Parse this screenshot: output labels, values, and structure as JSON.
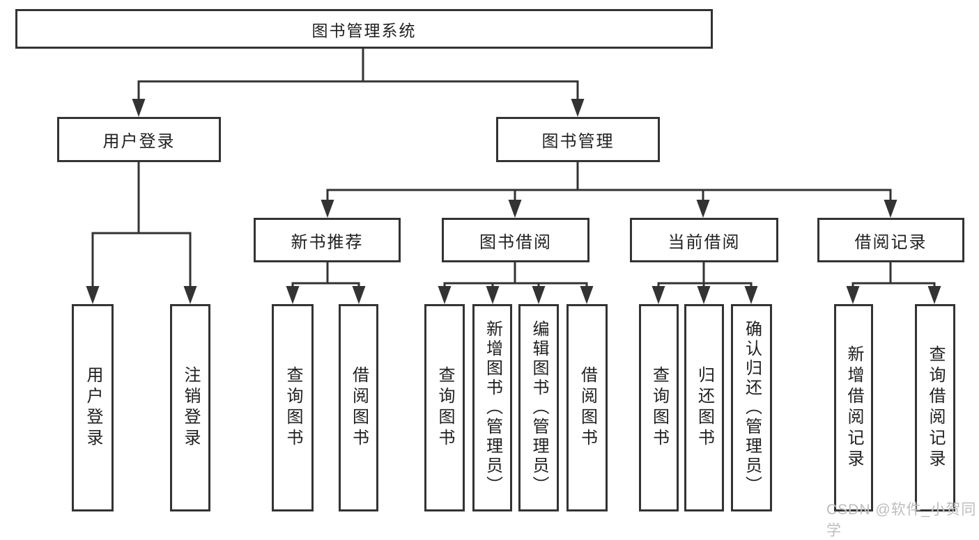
{
  "diagram": {
    "title": "图书管理系统",
    "level2": [
      {
        "id": "user-login-group",
        "label": "用户登录"
      },
      {
        "id": "book-management",
        "label": "图书管理"
      }
    ],
    "level3": [
      {
        "id": "new-book-recommend",
        "label": "新书推荐",
        "parent": "book-management"
      },
      {
        "id": "book-borrowing",
        "label": "图书借阅",
        "parent": "book-management"
      },
      {
        "id": "current-borrowing",
        "label": "当前借阅",
        "parent": "book-management"
      },
      {
        "id": "borrowing-records",
        "label": "借阅记录",
        "parent": "book-management"
      }
    ],
    "leaves": [
      {
        "id": "user-login",
        "label": "用户登录",
        "parent": "user-login-group"
      },
      {
        "id": "logout",
        "label": "注销登录",
        "parent": "user-login-group"
      },
      {
        "id": "query-books-1",
        "label": "查询图书",
        "parent": "new-book-recommend"
      },
      {
        "id": "borrow-books-1",
        "label": "借阅图书",
        "parent": "new-book-recommend"
      },
      {
        "id": "query-books-2",
        "label": "查询图书",
        "parent": "book-borrowing"
      },
      {
        "id": "add-books-admin",
        "label": "新增图书（管理员）",
        "parent": "book-borrowing"
      },
      {
        "id": "edit-books-admin",
        "label": "编辑图书（管理员）",
        "parent": "book-borrowing"
      },
      {
        "id": "borrow-books-2",
        "label": "借阅图书",
        "parent": "book-borrowing"
      },
      {
        "id": "query-books-3",
        "label": "查询图书",
        "parent": "current-borrowing"
      },
      {
        "id": "return-books",
        "label": "归还图书",
        "parent": "current-borrowing"
      },
      {
        "id": "confirm-return-admin",
        "label": "确认归还（管理员）",
        "parent": "current-borrowing"
      },
      {
        "id": "add-borrow-record",
        "label": "新增借阅记录",
        "parent": "borrowing-records"
      },
      {
        "id": "query-borrow-record",
        "label": "查询借阅记录",
        "parent": "borrowing-records"
      }
    ]
  },
  "watermark": {
    "text": "CSDN @软件_小贺同学"
  },
  "colors": {
    "line": "#333333",
    "box_border": "#333333",
    "box_fill": "#ffffff",
    "text": "#1f1f1f",
    "watermark": "#bdbdbd",
    "background": "#ffffff"
  }
}
